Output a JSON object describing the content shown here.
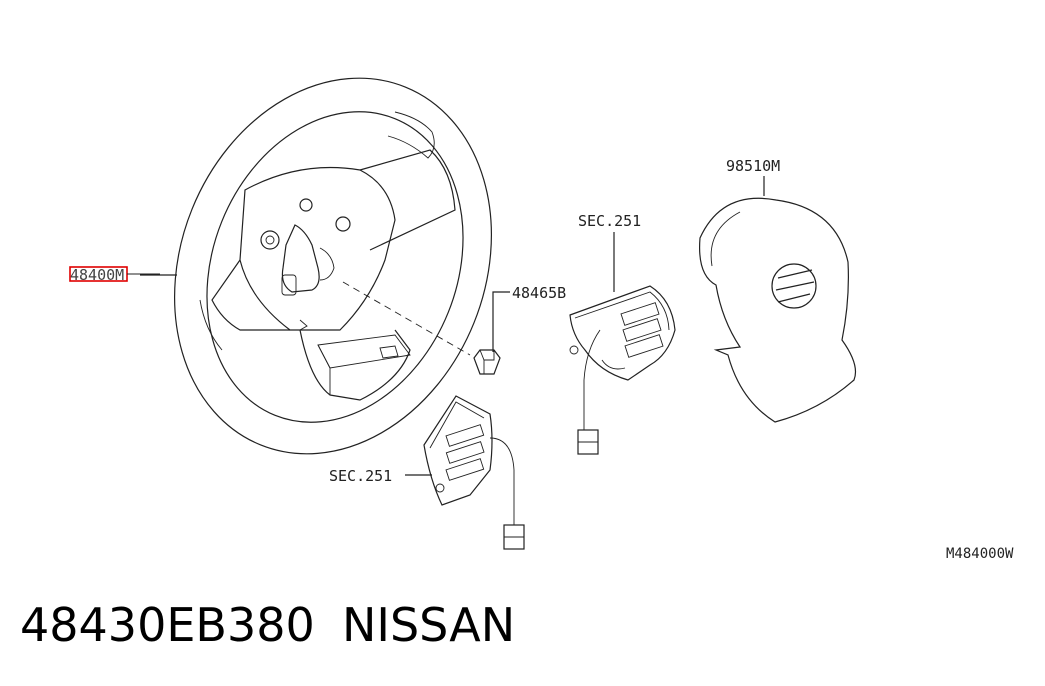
{
  "labels": {
    "wheel": "48400M",
    "nut": "48465B",
    "switch_right": "SEC.251",
    "switch_left": "SEC.251",
    "airbag": "98510M",
    "figure_code": "M484000W"
  },
  "highlight_color": "#e00000",
  "caption": {
    "part_number": "48430EB380",
    "brand": "NISSAN"
  }
}
